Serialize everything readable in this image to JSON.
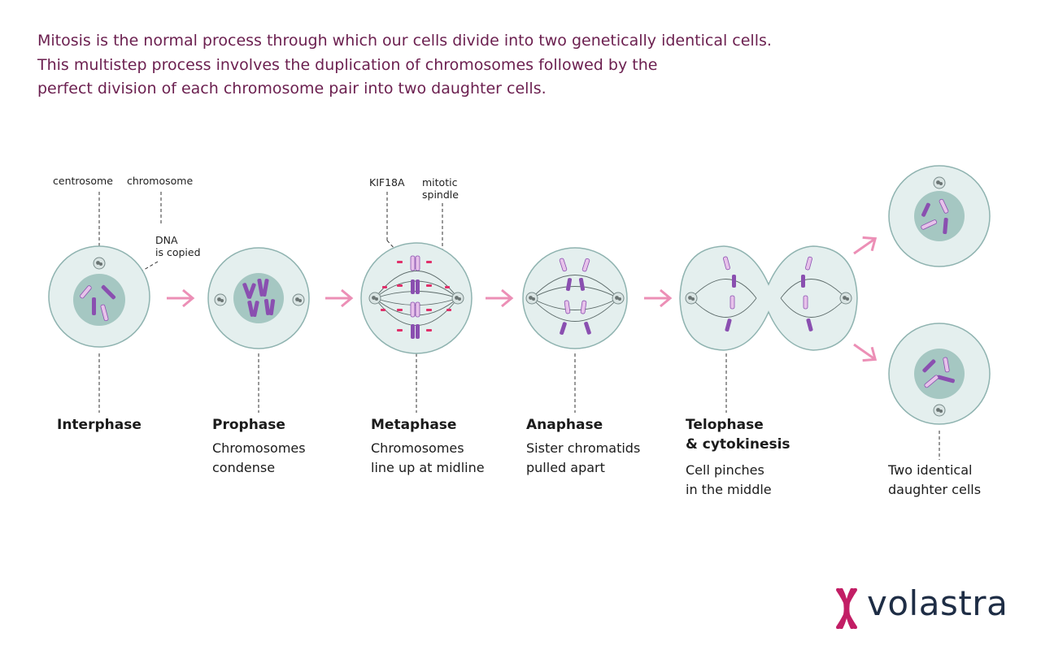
{
  "intro": {
    "line1": "Mitosis is the normal process through which our cells divide into two genetically identical cells.",
    "line2": "This multistep process involves the duplication of chromosomes followed by the",
    "line3": "perfect division of each chromosome pair into two daughter cells."
  },
  "labels": {
    "centrosome": "centrosome",
    "chromosome": "chromosome",
    "dna_line1": "DNA",
    "dna_line2": "is copied",
    "kif18a": "KIF18A",
    "spindle_line1": "mitotic",
    "spindle_line2": "spindle"
  },
  "stages": [
    {
      "title": "Interphase",
      "desc1": "",
      "desc2": ""
    },
    {
      "title": "Prophase",
      "desc1": "Chromosomes",
      "desc2": "condense"
    },
    {
      "title": "Metaphase",
      "desc1": "Chromosomes",
      "desc2": "line up at midline"
    },
    {
      "title": "Anaphase",
      "desc1": "Sister chromatids",
      "desc2": "pulled apart"
    },
    {
      "title": "Telophase",
      "title2": "& cytokinesis",
      "desc1": "Cell pinches",
      "desc2": "in the middle"
    },
    {
      "title": "",
      "desc1": "Two identical",
      "desc2": "daughter cells"
    }
  ],
  "logo": {
    "text": "volastra",
    "mark": "x-logo-icon"
  },
  "colors": {
    "intro_text": "#6b1f4f",
    "cell_fill": "#e4efee",
    "cell_stroke": "#8fb3b0",
    "nucleus_fill": "#a5c7c2",
    "chromosome_dark": "#8a4fb0",
    "chromosome_light": "#e7c2ea",
    "arrow": "#ec8fb6",
    "kif18a": "#e0306a",
    "logo_mark": "#c21e65",
    "logo_text": "#1e2d45"
  }
}
